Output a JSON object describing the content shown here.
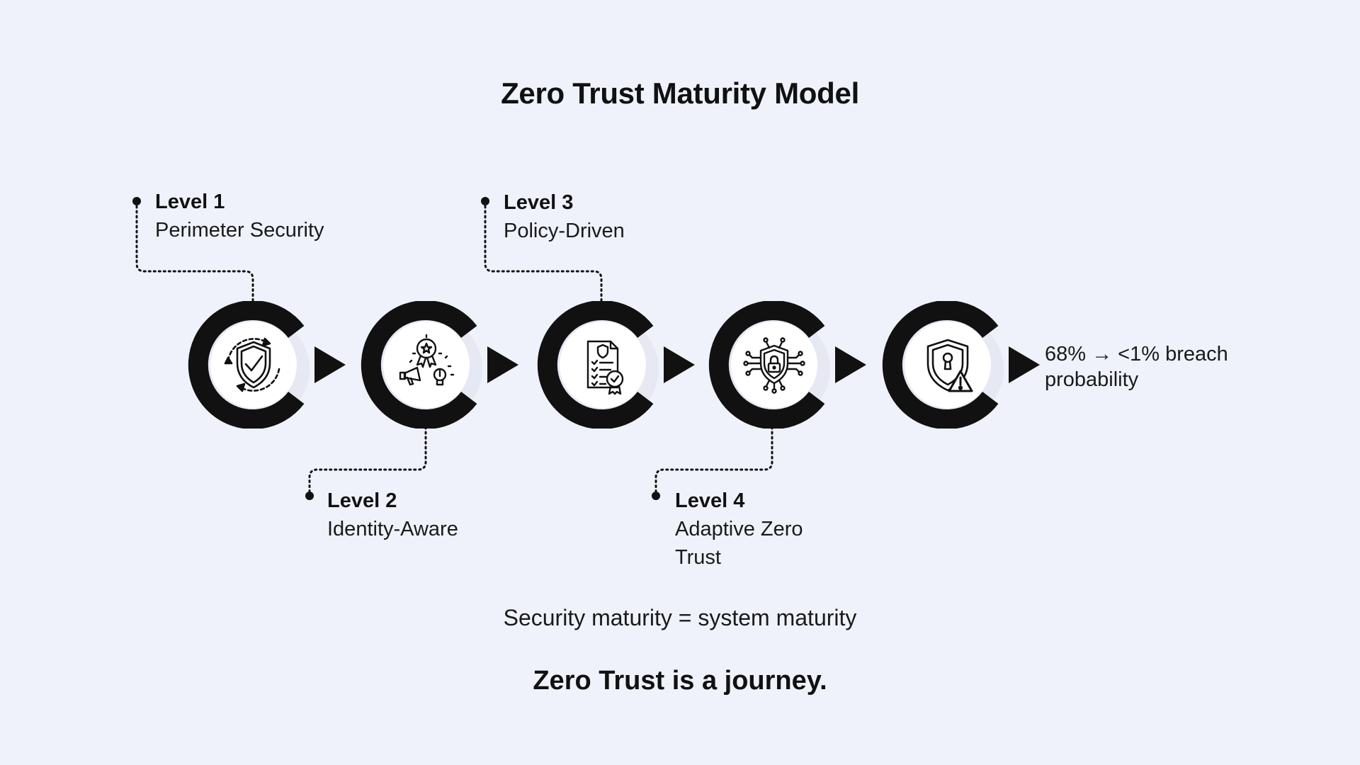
{
  "title": "Zero Trust Maturity Model",
  "levels": [
    {
      "level": "Level 1",
      "desc": "Perimeter Security",
      "icon": "shield-check-cycle-icon"
    },
    {
      "level": "Level 2",
      "desc": "Identity-Aware",
      "icon": "badge-megaphone-bulb-icon"
    },
    {
      "level": "Level 3",
      "desc": "Policy-Driven",
      "icon": "policy-document-icon"
    },
    {
      "level": "Level 4",
      "desc": "Adaptive Zero Trust",
      "icon": "circuit-shield-lock-icon"
    }
  ],
  "final_icon": "shield-keyhole-warning-icon",
  "outcome": "68% → <1% breach probability",
  "summary": "Security maturity = system maturity",
  "tagline": "Zero Trust is a journey.",
  "colors": {
    "background": "#eff2fa",
    "ring": "#111111",
    "inner": "#ffffff"
  }
}
